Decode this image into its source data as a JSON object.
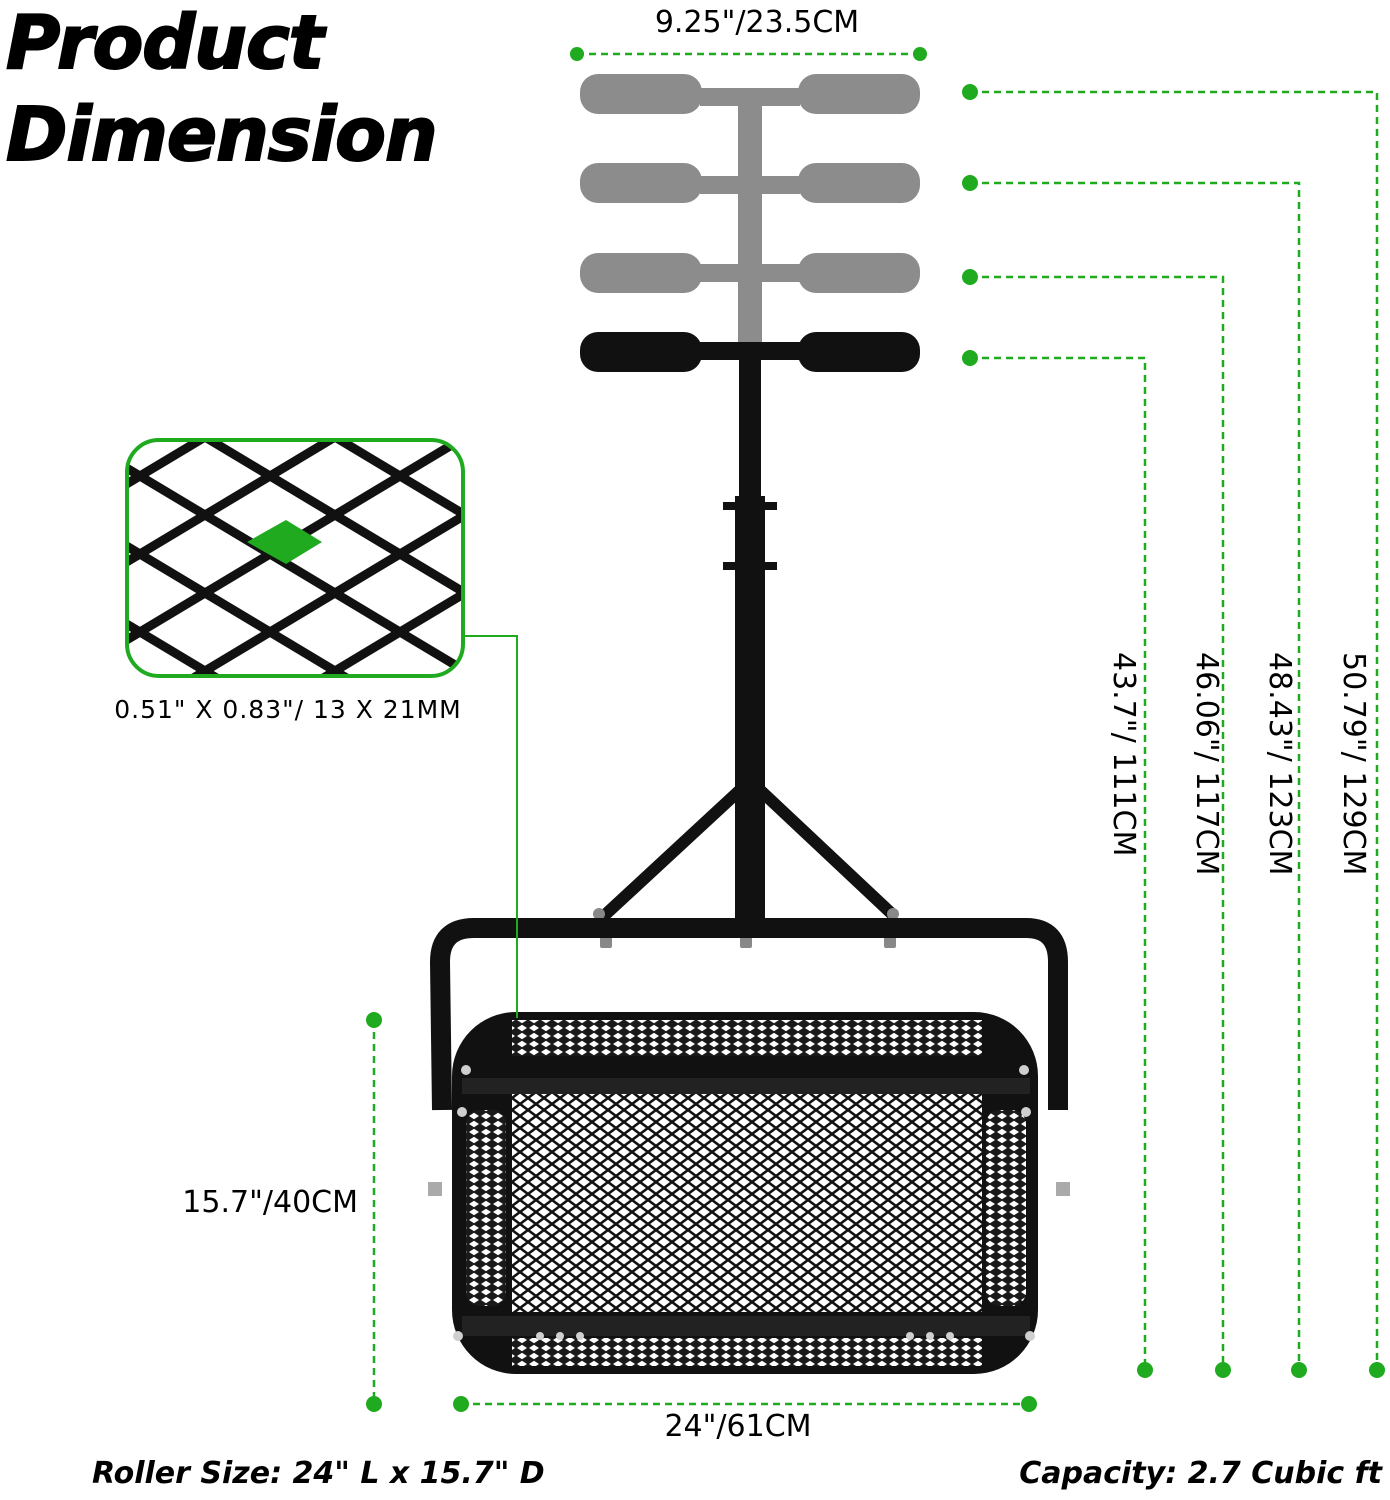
{
  "heading": {
    "line1": "Product",
    "line2": "Dimension"
  },
  "colors": {
    "accent": "#1faa1f",
    "frame": "#111111",
    "handle_ghost": "#8c8c8c"
  },
  "dimensions": {
    "handle_width": "9.25\"/23.5CM",
    "mesh_hole": "0.51\" X 0.83\"/ 13 X 21MM",
    "heights": [
      "43.7\"/ 111CM",
      "46.06\"/ 117CM",
      "48.43\"/ 123CM",
      "50.79\"/ 129CM"
    ],
    "roller_diameter": "15.7\"/40CM",
    "roller_length": "24\"/61CM"
  },
  "footer": {
    "roller_size": "Roller Size: 24\" L x 15.7\" D",
    "capacity": "Capacity: 2.7 Cubic ft"
  }
}
